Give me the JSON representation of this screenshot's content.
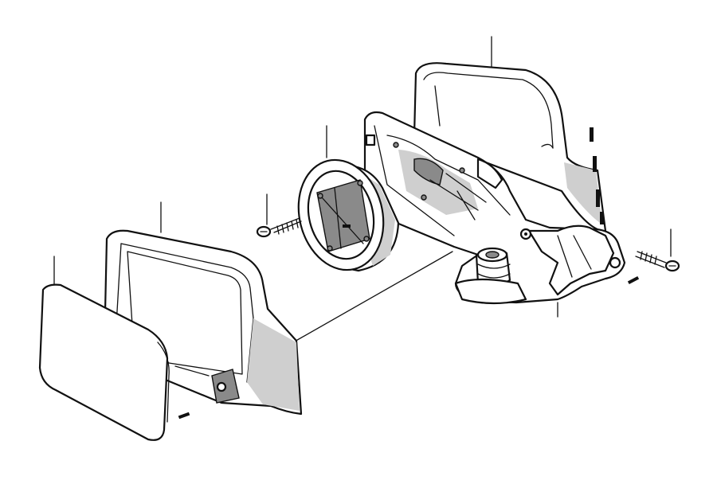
{
  "diagram": {
    "parts": [
      {
        "id": "mirror-glass",
        "callout": ""
      },
      {
        "id": "mirror-housing-frame",
        "callout": ""
      },
      {
        "id": "adjustment-motor",
        "callout": ""
      },
      {
        "id": "mounting-bracket",
        "callout": ""
      },
      {
        "id": "outer-cover",
        "callout": ""
      },
      {
        "id": "screw-left",
        "callout": ""
      },
      {
        "id": "screw-right",
        "callout": ""
      }
    ]
  }
}
